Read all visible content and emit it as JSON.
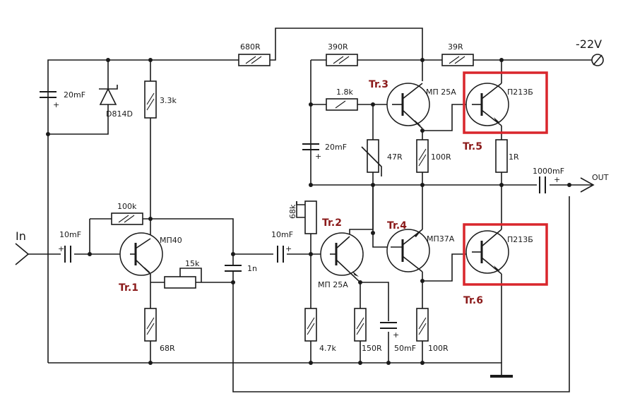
{
  "colors": {
    "wire": "#1a1a1a",
    "transistor_label": "#8b1a1a",
    "highlight": "#d9262c"
  },
  "labels": {
    "supply": "-22V",
    "input": "In",
    "output": "OUT",
    "r_680": "680R",
    "r_390": "390R",
    "r_39": "39R",
    "r_3k3": "3.3k",
    "c_20mf_left": "20mF",
    "diode": "D814D",
    "r_1k8": "1.8k",
    "c_20mf_mid": "20mF",
    "r_47": "47R",
    "r_100_upper": "100R",
    "r_1": "1R",
    "c_1000mf": "1000mF",
    "r_100k": "100k",
    "c_10mf_in": "10mF",
    "r_15k": "15k",
    "c_1n": "1n",
    "c_10mf_mid": "10mF",
    "r_68k": "68k",
    "r_68": "68R",
    "r_4k7": "4.7k",
    "r_150": "150R",
    "c_50mf": "50mF",
    "r_100_lower": "100R"
  },
  "transistors": {
    "tr1": {
      "name": "Tr.1",
      "part": "МП40"
    },
    "tr2": {
      "name": "Tr.2",
      "part": "МП 25А"
    },
    "tr3": {
      "name": "Tr.3",
      "part": "МП 25А"
    },
    "tr4": {
      "name": "Tr.4",
      "part": "МП37А"
    },
    "tr5": {
      "name": "Tr.5",
      "part": "П213Б"
    },
    "tr6": {
      "name": "Tr.6",
      "part": "П213Б"
    }
  }
}
